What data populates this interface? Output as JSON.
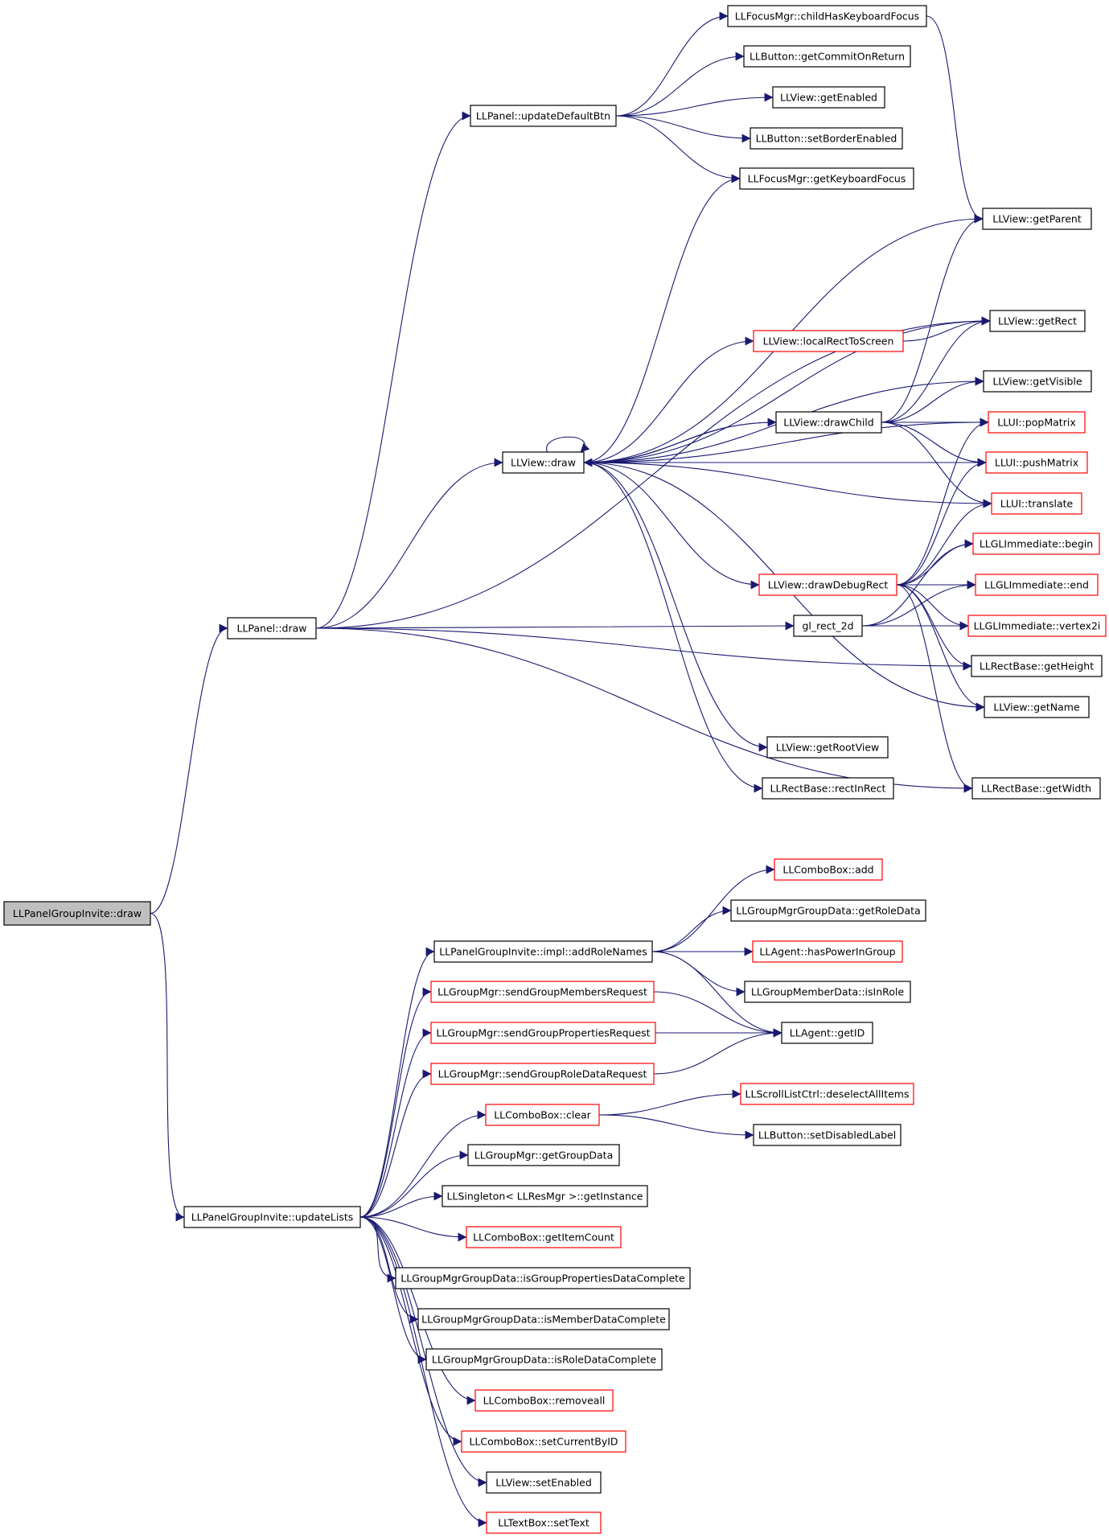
{
  "colors": {
    "edge": "#191970",
    "node_border_normal": "#000000",
    "node_border_truncated": "#ff0000",
    "root_fill": "#bfbfbf",
    "node_fill": "#ffffff"
  },
  "nodes": [
    {
      "id": "root",
      "label": "LLPanelGroupInvite::draw",
      "kind": "root"
    },
    {
      "id": "panel_draw",
      "label": "LLPanel::draw",
      "kind": "normal"
    },
    {
      "id": "updateLists",
      "label": "LLPanelGroupInvite::updateLists",
      "kind": "normal"
    },
    {
      "id": "updateDefaultBtn",
      "label": "LLPanel::updateDefaultBtn",
      "kind": "normal"
    },
    {
      "id": "childHasKeyboardFocus",
      "label": "LLFocusMgr::childHasKeyboardFocus",
      "kind": "normal"
    },
    {
      "id": "getCommitOnReturn",
      "label": "LLButton::getCommitOnReturn",
      "kind": "normal"
    },
    {
      "id": "getEnabled",
      "label": "LLView::getEnabled",
      "kind": "normal"
    },
    {
      "id": "setBorderEnabled",
      "label": "LLButton::setBorderEnabled",
      "kind": "normal"
    },
    {
      "id": "getKeyboardFocus",
      "label": "LLFocusMgr::getKeyboardFocus",
      "kind": "normal"
    },
    {
      "id": "getParent",
      "label": "LLView::getParent",
      "kind": "normal"
    },
    {
      "id": "getRect",
      "label": "LLView::getRect",
      "kind": "normal"
    },
    {
      "id": "localRectToScreen",
      "label": "LLView::localRectToScreen",
      "kind": "truncated"
    },
    {
      "id": "getVisible",
      "label": "LLView::getVisible",
      "kind": "normal"
    },
    {
      "id": "drawChild",
      "label": "LLView::drawChild",
      "kind": "normal"
    },
    {
      "id": "popMatrix",
      "label": "LLUI::popMatrix",
      "kind": "truncated"
    },
    {
      "id": "view_draw",
      "label": "LLView::draw",
      "kind": "normal"
    },
    {
      "id": "pushMatrix",
      "label": "LLUI::pushMatrix",
      "kind": "truncated"
    },
    {
      "id": "translate",
      "label": "LLUI::translate",
      "kind": "truncated"
    },
    {
      "id": "begin",
      "label": "LLGLImmediate::begin",
      "kind": "truncated"
    },
    {
      "id": "drawDebugRect",
      "label": "LLView::drawDebugRect",
      "kind": "truncated"
    },
    {
      "id": "end",
      "label": "LLGLImmediate::end",
      "kind": "truncated"
    },
    {
      "id": "gl_rect_2d",
      "label": "gl_rect_2d",
      "kind": "normal"
    },
    {
      "id": "vertex2i",
      "label": "LLGLImmediate::vertex2i",
      "kind": "truncated"
    },
    {
      "id": "getHeight",
      "label": "LLRectBase::getHeight",
      "kind": "normal"
    },
    {
      "id": "getName",
      "label": "LLView::getName",
      "kind": "normal"
    },
    {
      "id": "getRootView",
      "label": "LLView::getRootView",
      "kind": "normal"
    },
    {
      "id": "rectInRect",
      "label": "LLRectBase::rectInRect",
      "kind": "normal"
    },
    {
      "id": "getWidth",
      "label": "LLRectBase::getWidth",
      "kind": "normal"
    },
    {
      "id": "cb_add",
      "label": "LLComboBox::add",
      "kind": "truncated"
    },
    {
      "id": "getRoleData",
      "label": "LLGroupMgrGroupData::getRoleData",
      "kind": "normal"
    },
    {
      "id": "addRoleNames",
      "label": "LLPanelGroupInvite::impl::addRoleNames",
      "kind": "normal"
    },
    {
      "id": "hasPowerInGroup",
      "label": "LLAgent::hasPowerInGroup",
      "kind": "truncated"
    },
    {
      "id": "sendGroupMembersRequest",
      "label": "LLGroupMgr::sendGroupMembersRequest",
      "kind": "truncated"
    },
    {
      "id": "isInRole",
      "label": "LLGroupMemberData::isInRole",
      "kind": "normal"
    },
    {
      "id": "sendGroupPropertiesRequest",
      "label": "LLGroupMgr::sendGroupPropertiesRequest",
      "kind": "truncated"
    },
    {
      "id": "getID",
      "label": "LLAgent::getID",
      "kind": "normal"
    },
    {
      "id": "sendGroupRoleDataRequest",
      "label": "LLGroupMgr::sendGroupRoleDataRequest",
      "kind": "truncated"
    },
    {
      "id": "deselectAllItems",
      "label": "LLScrollListCtrl::deselectAllItems",
      "kind": "truncated"
    },
    {
      "id": "cb_clear",
      "label": "LLComboBox::clear",
      "kind": "truncated"
    },
    {
      "id": "setDisabledLabel",
      "label": "LLButton::setDisabledLabel",
      "kind": "normal"
    },
    {
      "id": "getGroupData",
      "label": "LLGroupMgr::getGroupData",
      "kind": "normal"
    },
    {
      "id": "getInstance",
      "label": "LLSingleton< LLResMgr >::getInstance",
      "kind": "normal"
    },
    {
      "id": "getItemCount",
      "label": "LLComboBox::getItemCount",
      "kind": "truncated"
    },
    {
      "id": "isGroupPropertiesDataComplete",
      "label": "LLGroupMgrGroupData::isGroupPropertiesDataComplete",
      "kind": "normal"
    },
    {
      "id": "isMemberDataComplete",
      "label": "LLGroupMgrGroupData::isMemberDataComplete",
      "kind": "normal"
    },
    {
      "id": "isRoleDataComplete",
      "label": "LLGroupMgrGroupData::isRoleDataComplete",
      "kind": "normal"
    },
    {
      "id": "removeall",
      "label": "LLComboBox::removeall",
      "kind": "truncated"
    },
    {
      "id": "setCurrentByID",
      "label": "LLComboBox::setCurrentByID",
      "kind": "truncated"
    },
    {
      "id": "setEnabled",
      "label": "LLView::setEnabled",
      "kind": "normal"
    },
    {
      "id": "setText",
      "label": "LLTextBox::setText",
      "kind": "truncated"
    }
  ],
  "edges": [
    [
      "root",
      "panel_draw"
    ],
    [
      "root",
      "updateLists"
    ],
    [
      "panel_draw",
      "updateDefaultBtn"
    ],
    [
      "panel_draw",
      "view_draw"
    ],
    [
      "panel_draw",
      "getRect"
    ],
    [
      "panel_draw",
      "gl_rect_2d"
    ],
    [
      "panel_draw",
      "getHeight"
    ],
    [
      "panel_draw",
      "getWidth"
    ],
    [
      "updateDefaultBtn",
      "childHasKeyboardFocus"
    ],
    [
      "updateDefaultBtn",
      "getCommitOnReturn"
    ],
    [
      "updateDefaultBtn",
      "getEnabled"
    ],
    [
      "updateDefaultBtn",
      "setBorderEnabled"
    ],
    [
      "updateDefaultBtn",
      "getKeyboardFocus"
    ],
    [
      "childHasKeyboardFocus",
      "getParent"
    ],
    [
      "view_draw",
      "view_draw"
    ],
    [
      "view_draw",
      "getKeyboardFocus"
    ],
    [
      "view_draw",
      "getParent"
    ],
    [
      "view_draw",
      "getRect"
    ],
    [
      "view_draw",
      "localRectToScreen"
    ],
    [
      "view_draw",
      "getVisible"
    ],
    [
      "view_draw",
      "drawChild"
    ],
    [
      "view_draw",
      "popMatrix"
    ],
    [
      "view_draw",
      "pushMatrix"
    ],
    [
      "view_draw",
      "translate"
    ],
    [
      "view_draw",
      "drawDebugRect"
    ],
    [
      "view_draw",
      "getName"
    ],
    [
      "view_draw",
      "getRootView"
    ],
    [
      "view_draw",
      "rectInRect"
    ],
    [
      "localRectToScreen",
      "getRect"
    ],
    [
      "drawChild",
      "view_draw"
    ],
    [
      "drawChild",
      "getParent"
    ],
    [
      "drawChild",
      "getRect"
    ],
    [
      "drawChild",
      "getVisible"
    ],
    [
      "drawChild",
      "popMatrix"
    ],
    [
      "drawChild",
      "pushMatrix"
    ],
    [
      "drawChild",
      "translate"
    ],
    [
      "drawDebugRect",
      "popMatrix"
    ],
    [
      "drawDebugRect",
      "pushMatrix"
    ],
    [
      "drawDebugRect",
      "translate"
    ],
    [
      "drawDebugRect",
      "begin"
    ],
    [
      "drawDebugRect",
      "end"
    ],
    [
      "drawDebugRect",
      "vertex2i"
    ],
    [
      "drawDebugRect",
      "getHeight"
    ],
    [
      "drawDebugRect",
      "getName"
    ],
    [
      "drawDebugRect",
      "getWidth"
    ],
    [
      "gl_rect_2d",
      "begin"
    ],
    [
      "gl_rect_2d",
      "end"
    ],
    [
      "gl_rect_2d",
      "vertex2i"
    ],
    [
      "updateLists",
      "addRoleNames"
    ],
    [
      "updateLists",
      "sendGroupMembersRequest"
    ],
    [
      "updateLists",
      "sendGroupPropertiesRequest"
    ],
    [
      "updateLists",
      "sendGroupRoleDataRequest"
    ],
    [
      "updateLists",
      "cb_clear"
    ],
    [
      "updateLists",
      "getGroupData"
    ],
    [
      "updateLists",
      "getInstance"
    ],
    [
      "updateLists",
      "getItemCount"
    ],
    [
      "updateLists",
      "isGroupPropertiesDataComplete"
    ],
    [
      "updateLists",
      "isMemberDataComplete"
    ],
    [
      "updateLists",
      "isRoleDataComplete"
    ],
    [
      "updateLists",
      "removeall"
    ],
    [
      "updateLists",
      "setCurrentByID"
    ],
    [
      "updateLists",
      "setEnabled"
    ],
    [
      "updateLists",
      "setText"
    ],
    [
      "addRoleNames",
      "cb_add"
    ],
    [
      "addRoleNames",
      "getRoleData"
    ],
    [
      "addRoleNames",
      "hasPowerInGroup"
    ],
    [
      "addRoleNames",
      "isInRole"
    ],
    [
      "addRoleNames",
      "getID"
    ],
    [
      "sendGroupMembersRequest",
      "getID"
    ],
    [
      "sendGroupPropertiesRequest",
      "getID"
    ],
    [
      "sendGroupRoleDataRequest",
      "getID"
    ],
    [
      "cb_clear",
      "deselectAllItems"
    ],
    [
      "cb_clear",
      "setDisabledLabel"
    ]
  ]
}
